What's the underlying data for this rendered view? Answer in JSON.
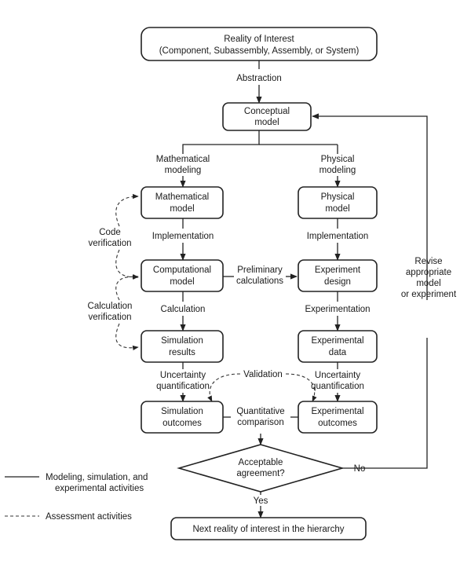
{
  "nodes": {
    "reality": [
      "Reality of Interest",
      "(Component, Subassembly, Assembly, or System)"
    ],
    "conceptual": [
      "Conceptual",
      "model"
    ],
    "math_model": [
      "Mathematical",
      "model"
    ],
    "phys_model": [
      "Physical",
      "model"
    ],
    "comp_model": [
      "Computational",
      "model"
    ],
    "exp_design": [
      "Experiment",
      "design"
    ],
    "sim_results": [
      "Simulation",
      "results"
    ],
    "exp_data": [
      "Experimental",
      "data"
    ],
    "sim_outcomes": [
      "Simulation",
      "outcomes"
    ],
    "exp_outcomes": [
      "Experimental",
      "outcomes"
    ],
    "acceptable": [
      "Acceptable",
      "agreement?"
    ],
    "next": [
      "Next reality of interest in the hierarchy"
    ]
  },
  "edge_labels": {
    "abstraction": [
      "Abstraction"
    ],
    "math_modeling": [
      "Mathematical",
      "modeling"
    ],
    "phys_modeling": [
      "Physical",
      "modeling"
    ],
    "impl_left": [
      "Implementation"
    ],
    "impl_right": [
      "Implementation"
    ],
    "prelim": [
      "Preliminary",
      "calculations"
    ],
    "calculation": [
      "Calculation"
    ],
    "experimentation": [
      "Experimentation"
    ],
    "uq_left": [
      "Uncertainty",
      "quantification"
    ],
    "uq_right": [
      "Uncertainty",
      "quantification"
    ],
    "validation": [
      "Validation"
    ],
    "quant_comp": [
      "Quantitative",
      "comparison"
    ],
    "no": [
      "No"
    ],
    "yes": [
      "Yes"
    ],
    "revise": [
      "Revise",
      "appropriate",
      "model",
      "or experiment"
    ],
    "code_verif": [
      "Code",
      "verification"
    ],
    "calc_verif": [
      "Calculation",
      "verification"
    ]
  },
  "legend": {
    "solid": [
      "Modeling, simulation, and",
      "experimental activities"
    ],
    "dashed": [
      "Assessment activities"
    ]
  }
}
